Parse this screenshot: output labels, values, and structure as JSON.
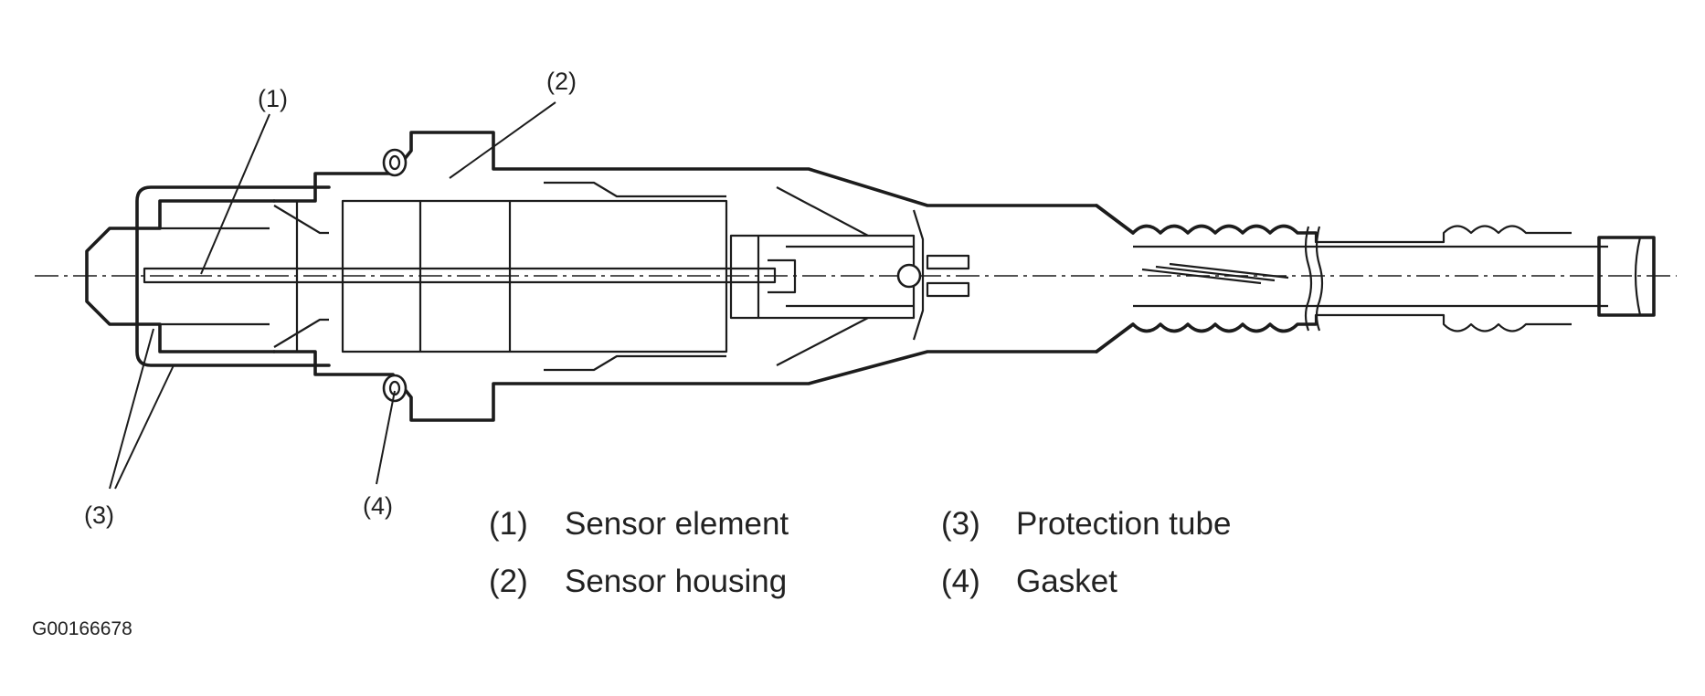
{
  "callouts": {
    "c1": "(1)",
    "c2": "(2)",
    "c3": "(3)",
    "c4": "(4)"
  },
  "legend": [
    {
      "num": "(1)",
      "label": "Sensor element"
    },
    {
      "num": "(2)",
      "label": "Sensor housing"
    },
    {
      "num": "(3)",
      "label": "Protection tube"
    },
    {
      "num": "(4)",
      "label": "Gasket"
    }
  ],
  "figure_id": "G00166678",
  "colors": {
    "line": "#1c1c1c",
    "background": "#ffffff"
  }
}
